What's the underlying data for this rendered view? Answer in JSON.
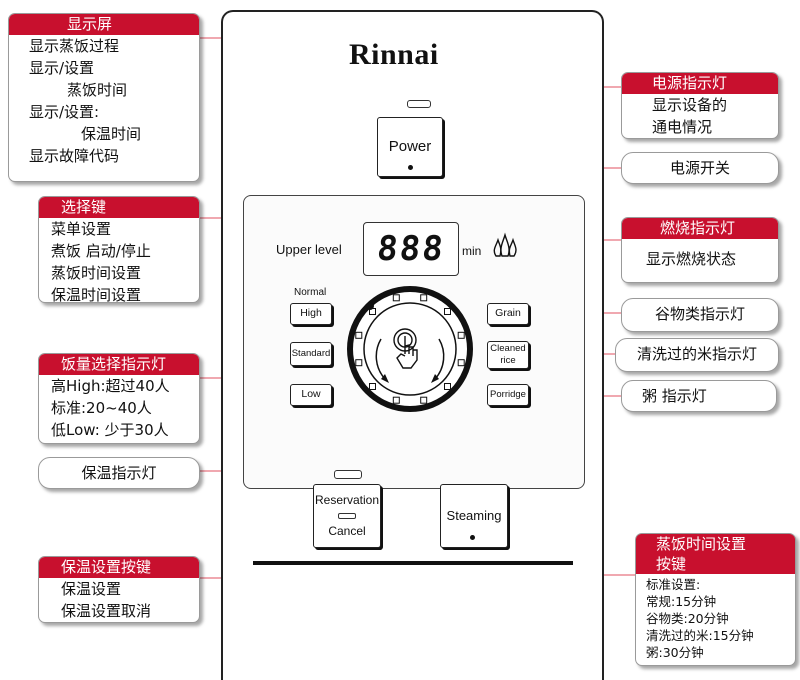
{
  "brand": "Rinnai",
  "device": {
    "power_label": "Power",
    "upper_level": "Upper level",
    "display_digits": "888",
    "display_unit": "min",
    "normal_label": "Normal",
    "high": "High",
    "standard": "Standard",
    "low": "Low",
    "grain": "Grain",
    "cleaned_1": "Cleaned",
    "cleaned_2": "rice",
    "porridge": "Porridge",
    "reservation": "Reservation",
    "cancel": "Cancel",
    "steaming": "Steaming"
  },
  "callouts": {
    "display": {
      "title": "显示屏",
      "lines": [
        "显示蒸饭过程",
        "显示/设置",
        "蒸饭时间",
        "显示/设置:",
        "保温时间",
        "显示故障代码"
      ]
    },
    "select": {
      "title": "选择键",
      "lines": [
        "菜单设置",
        "煮饭 启动/停止",
        "蒸饭时间设置",
        "保温时间设置"
      ]
    },
    "amount": {
      "title": "饭量选择指示灯",
      "lines": [
        "高High:超过40人",
        "标准:20~40人",
        "低Low: 少于30人"
      ]
    },
    "warm_lamp": "保温指示灯",
    "warm_key": {
      "title": "保温设置按键",
      "lines": [
        "保温设置",
        "保温设置取消"
      ]
    },
    "power_lamp": {
      "title": "电源指示灯",
      "lines": [
        "显示设备的",
        "通电情况"
      ]
    },
    "power_switch": "电源开关",
    "flame": {
      "title": "燃烧指示灯",
      "lines": [
        "显示燃烧状态"
      ]
    },
    "grain_lamp": "谷物类指示灯",
    "cleaned_lamp": "清洗过的米指示灯",
    "porridge_lamp": "粥 指示灯",
    "steam_key": {
      "title_1": "蒸饭时间设置",
      "title_2": "按键",
      "lines": [
        "标准设置:",
        "常规:15分钟",
        "谷物类:20分钟",
        "清洗过的米:15分钟",
        "粥:30分钟"
      ]
    }
  },
  "colors": {
    "accent": "#c8102e",
    "line": "#e05060"
  }
}
